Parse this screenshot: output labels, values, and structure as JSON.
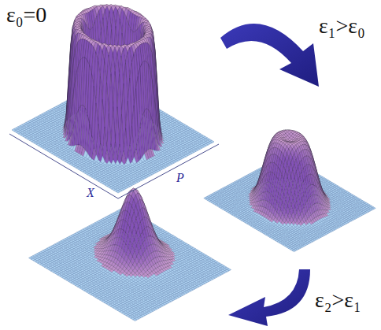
{
  "diagram": {
    "labels": [
      "ε₀=0",
      "ε₁>ε₀",
      "ε₂>ε₁",
      "X",
      "P"
    ]
  }
}
